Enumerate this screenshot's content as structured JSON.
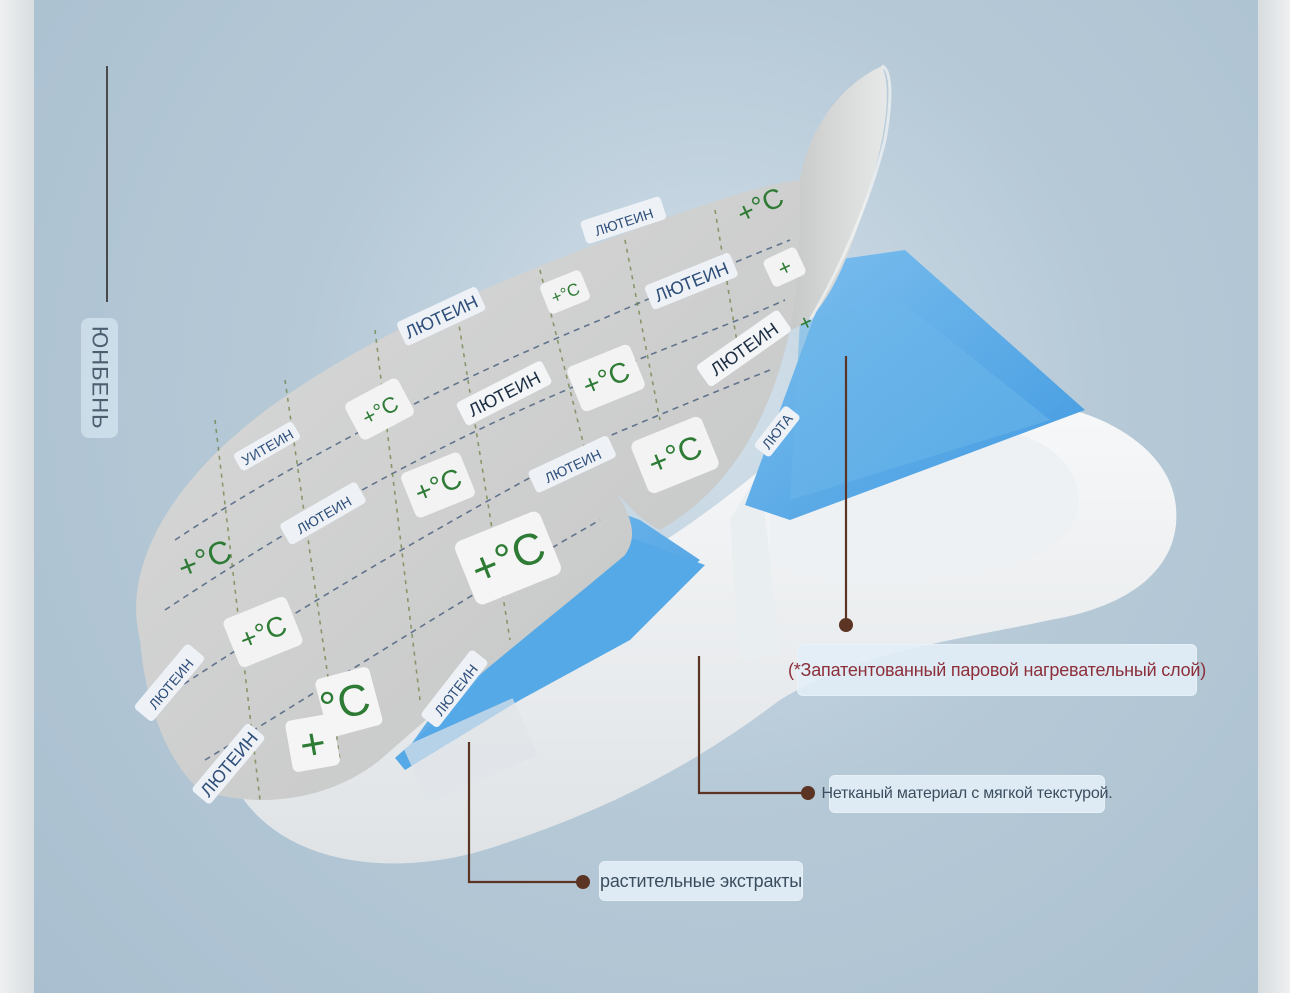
{
  "vertical_label": "ЮНБЕНЬ",
  "callouts": {
    "patent": "(*Запатентованный паровой нагревательный слой)",
    "nonwoven": "Нетканый материал с мягкой текстурой.",
    "extracts": "растительные экстракты"
  },
  "pattern": {
    "brand": "ЛЮТЕИН",
    "brand_variant_1": "УИТЕИН",
    "brand_variant_2": "ЛЮТА",
    "temp_mark": "+°C",
    "plus": "+",
    "degree": "°C"
  },
  "colors": {
    "background": "#b6c9d7",
    "sheet": "#c8c9ca",
    "gel": "#5aaee8",
    "accent_callout": "#8c2f3a",
    "leader": "#5b3424",
    "temp_green": "#2d7b35"
  }
}
